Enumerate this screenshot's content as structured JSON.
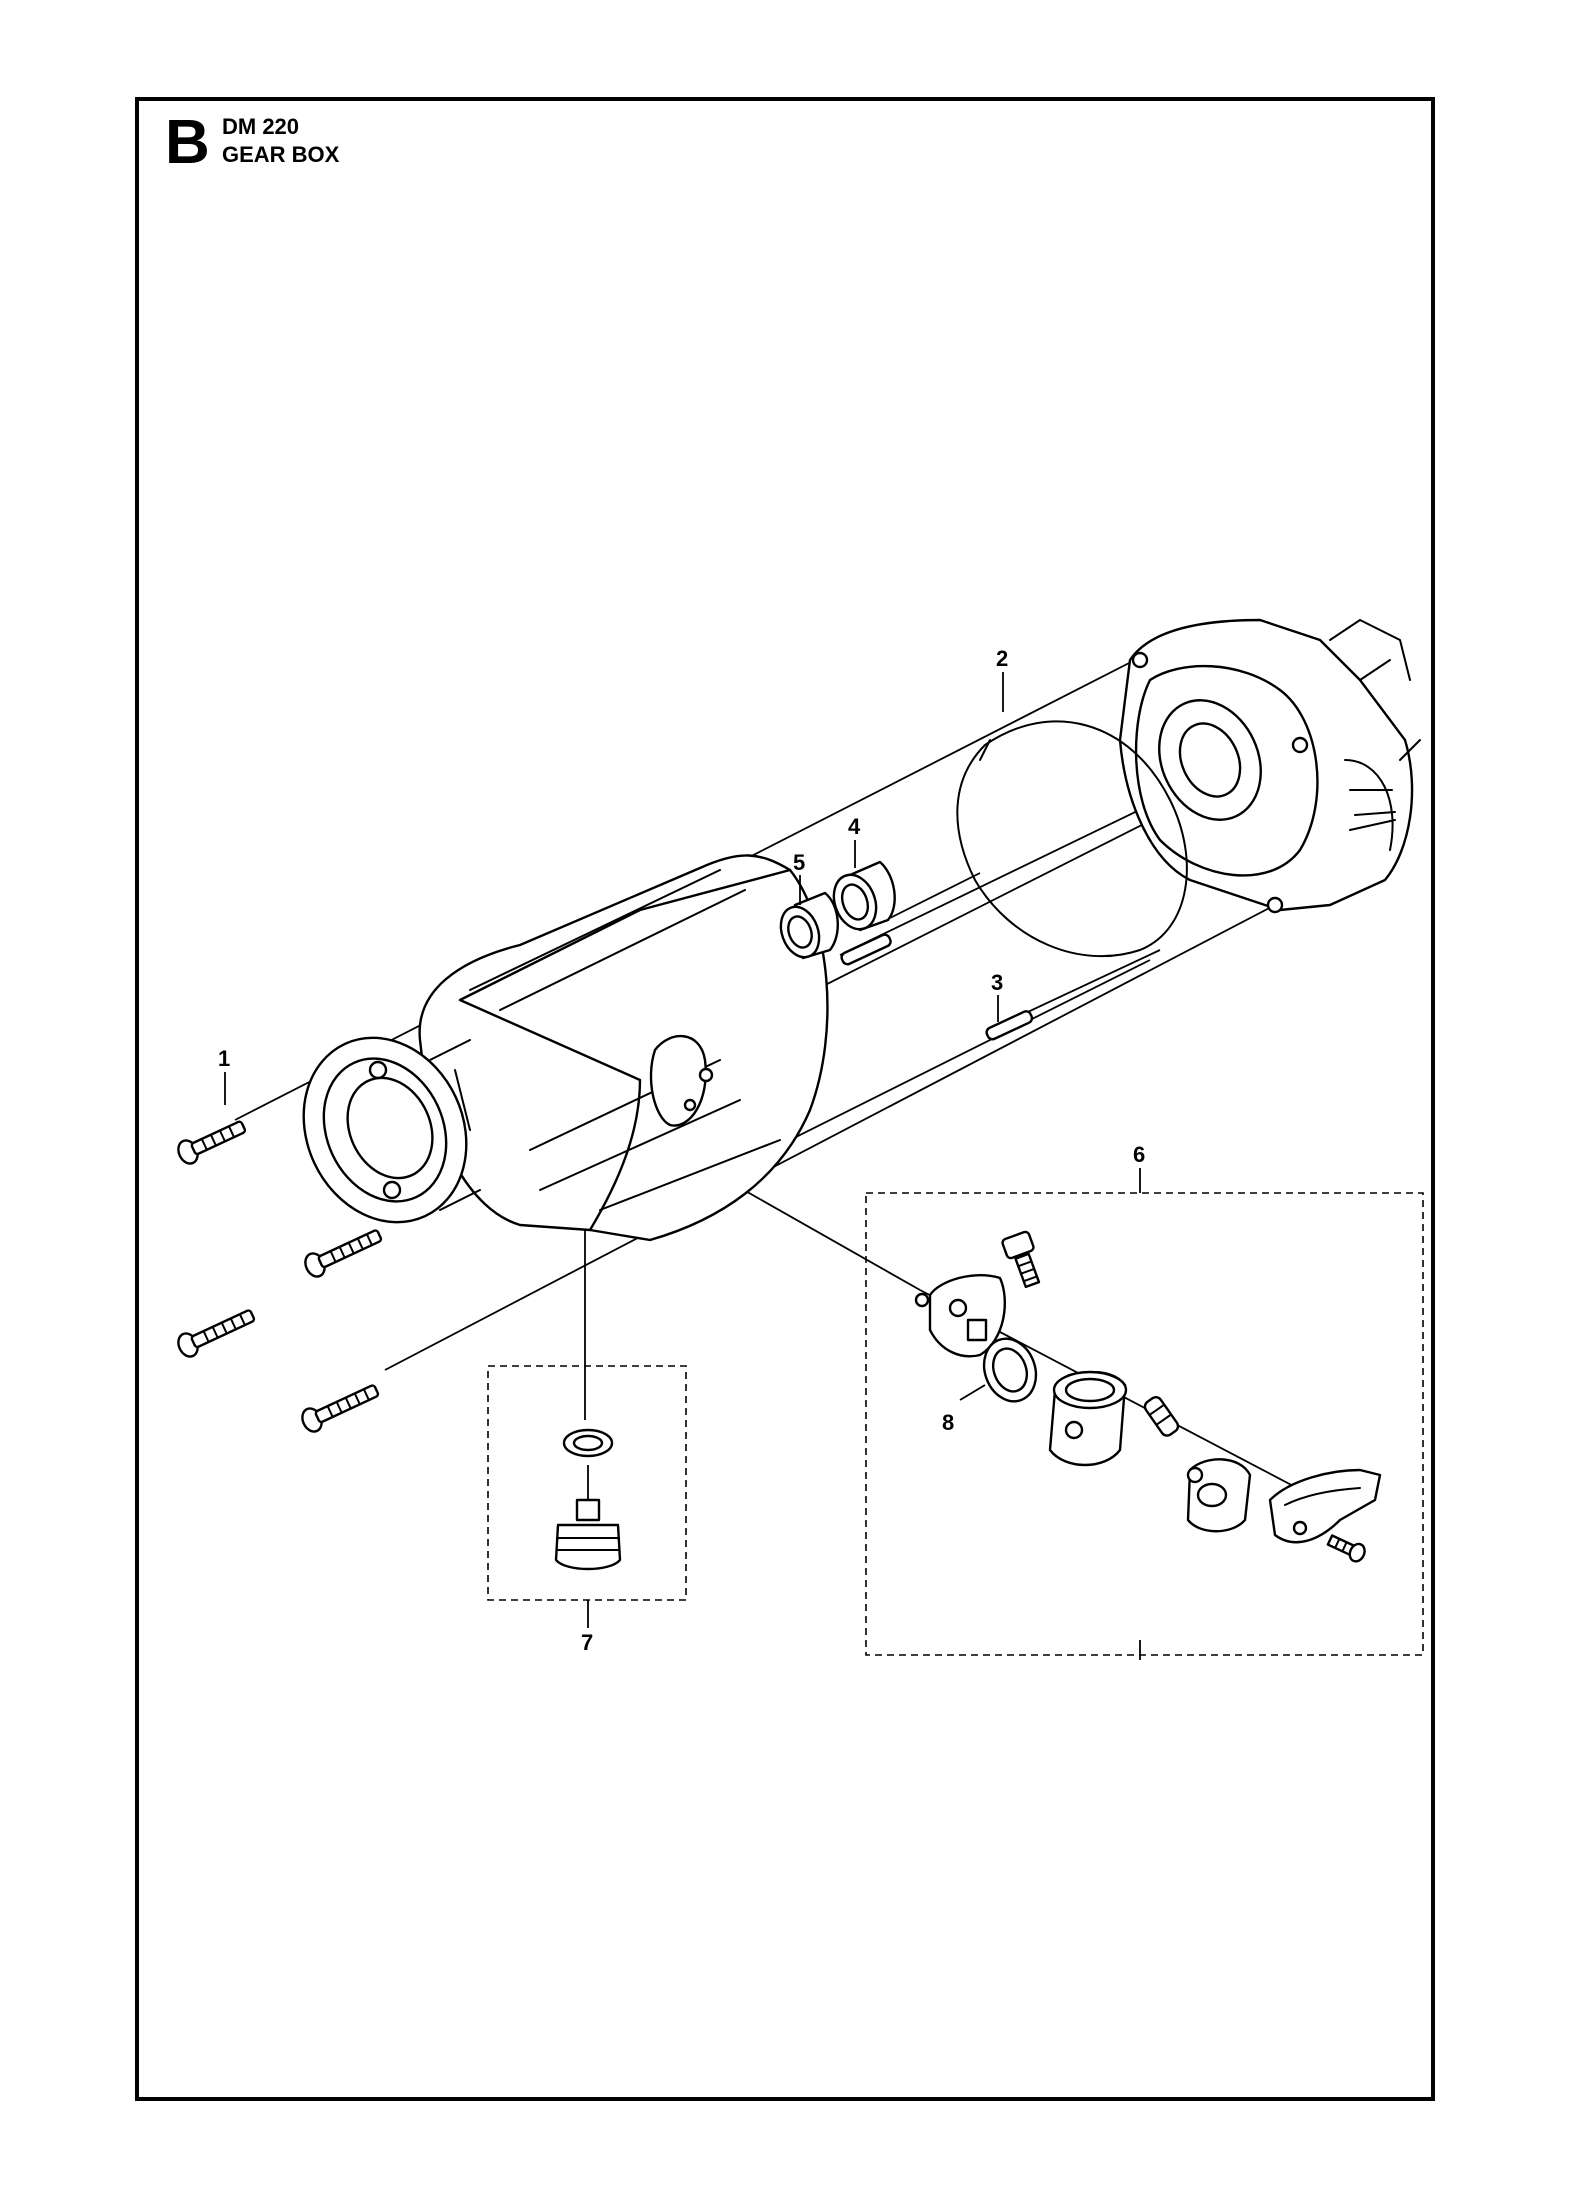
{
  "header": {
    "section_letter": "B",
    "model": "DM 220",
    "subtitle": "GEAR BOX"
  },
  "callouts": [
    {
      "id": "1",
      "label": "1"
    },
    {
      "id": "2",
      "label": "2"
    },
    {
      "id": "3",
      "label": "3"
    },
    {
      "id": "4",
      "label": "4"
    },
    {
      "id": "5",
      "label": "5"
    },
    {
      "id": "6",
      "label": "6"
    },
    {
      "id": "7",
      "label": "7"
    },
    {
      "id": "8",
      "label": "8"
    }
  ]
}
